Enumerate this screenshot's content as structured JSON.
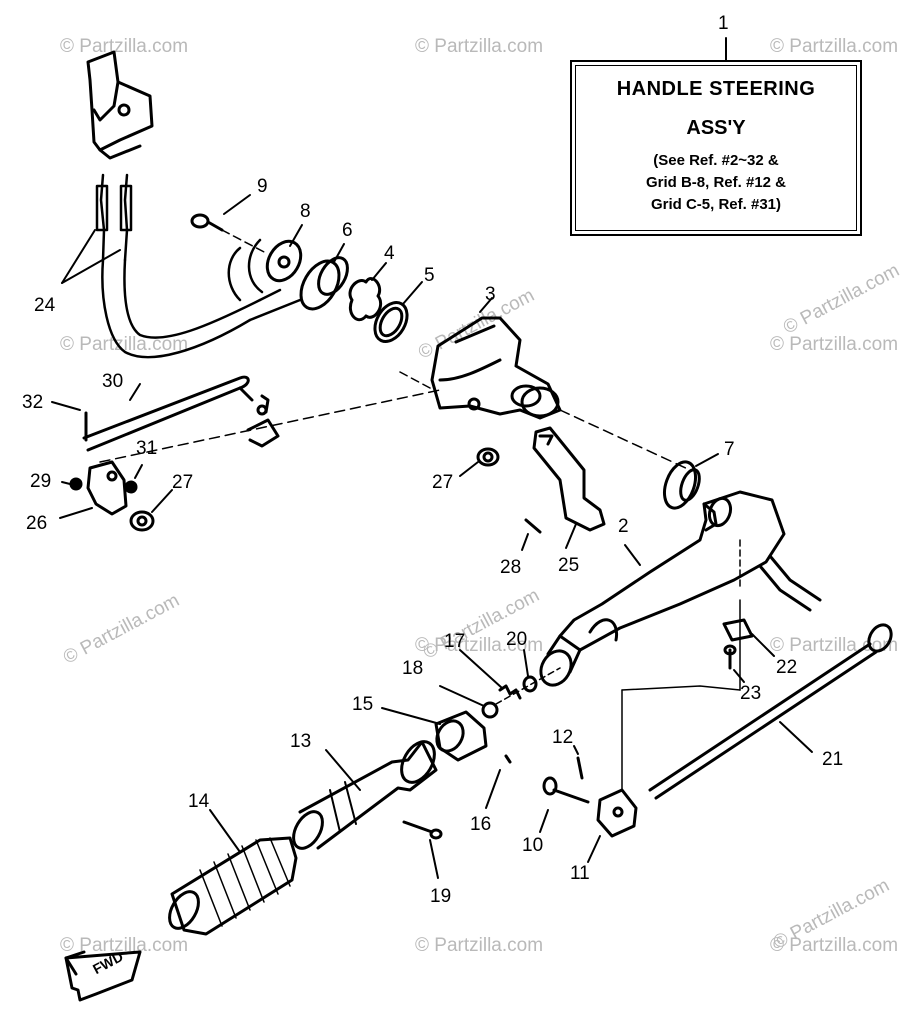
{
  "watermark": "© Partzilla.com",
  "callout": {
    "ref": "1",
    "title": "HANDLE STEERING",
    "subtitle": "ASS'Y",
    "note": [
      "(See Ref. #2~32 &",
      "Grid B-8, Ref. #12 &",
      "Grid C-5, Ref. #31)"
    ]
  },
  "part_labels": {
    "p2": "2",
    "p3": "3",
    "p4": "4",
    "p5": "5",
    "p6": "6",
    "p7": "7",
    "p8": "8",
    "p9": "9",
    "p10": "10",
    "p11": "11",
    "p12": "12",
    "p13": "13",
    "p14": "14",
    "p15": "15",
    "p16": "16",
    "p17": "17",
    "p18": "18",
    "p19": "19",
    "p20": "20",
    "p21": "21",
    "p22": "22",
    "p23": "23",
    "p24": "24",
    "p25": "25",
    "p26": "26",
    "p27a": "27",
    "p27b": "27",
    "p28": "28",
    "p29": "29",
    "p30": "30",
    "p31": "31",
    "p32": "32"
  },
  "fwd_label": "FWD"
}
